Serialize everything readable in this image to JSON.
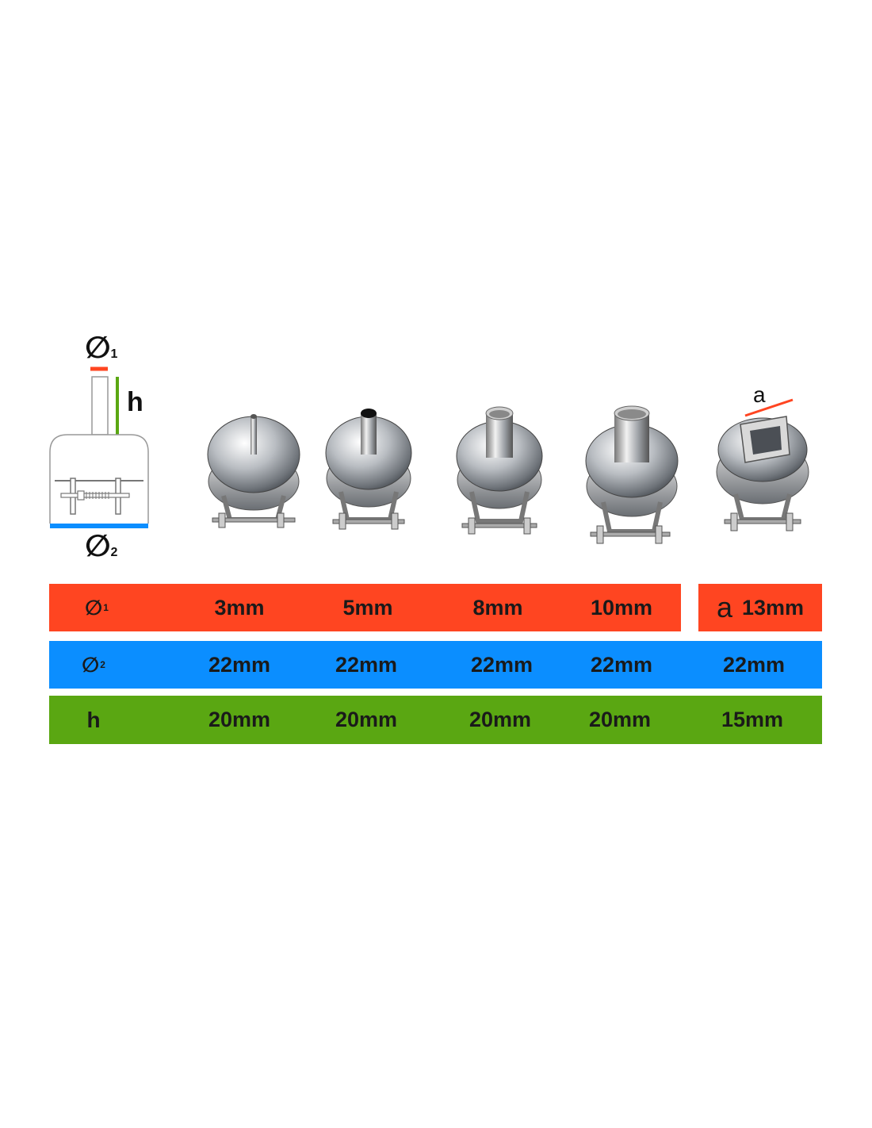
{
  "colors": {
    "diameter1": "#ff4521",
    "diameter2": "#0b8eff",
    "height": "#5aa712",
    "nozzle_metal": "#c9ccd0"
  },
  "legend": {
    "diameter_symbol": "∅",
    "sub_1": "1",
    "sub_2": "2",
    "height_symbol": "h",
    "side_symbol": "a"
  },
  "table": {
    "rows": [
      {
        "key": "diameter1",
        "label_symbol": "∅",
        "label_sub": "1",
        "values": [
          "3mm",
          "5mm",
          "8mm",
          "10mm"
        ],
        "extra_symbol": "a",
        "extra_value": "13mm"
      },
      {
        "key": "diameter2",
        "label_symbol": "∅",
        "label_sub": "2",
        "values": [
          "22mm",
          "22mm",
          "22mm",
          "22mm",
          "22mm"
        ]
      },
      {
        "key": "height",
        "label_symbol": "h",
        "values": [
          "20mm",
          "20mm",
          "20mm",
          "20mm",
          "15mm"
        ]
      }
    ]
  },
  "nozzles": [
    {
      "type": "round-nozzle-3mm-icon"
    },
    {
      "type": "round-nozzle-5mm-icon"
    },
    {
      "type": "round-nozzle-8mm-icon"
    },
    {
      "type": "round-nozzle-10mm-icon"
    },
    {
      "type": "square-nozzle-13mm-icon"
    }
  ]
}
